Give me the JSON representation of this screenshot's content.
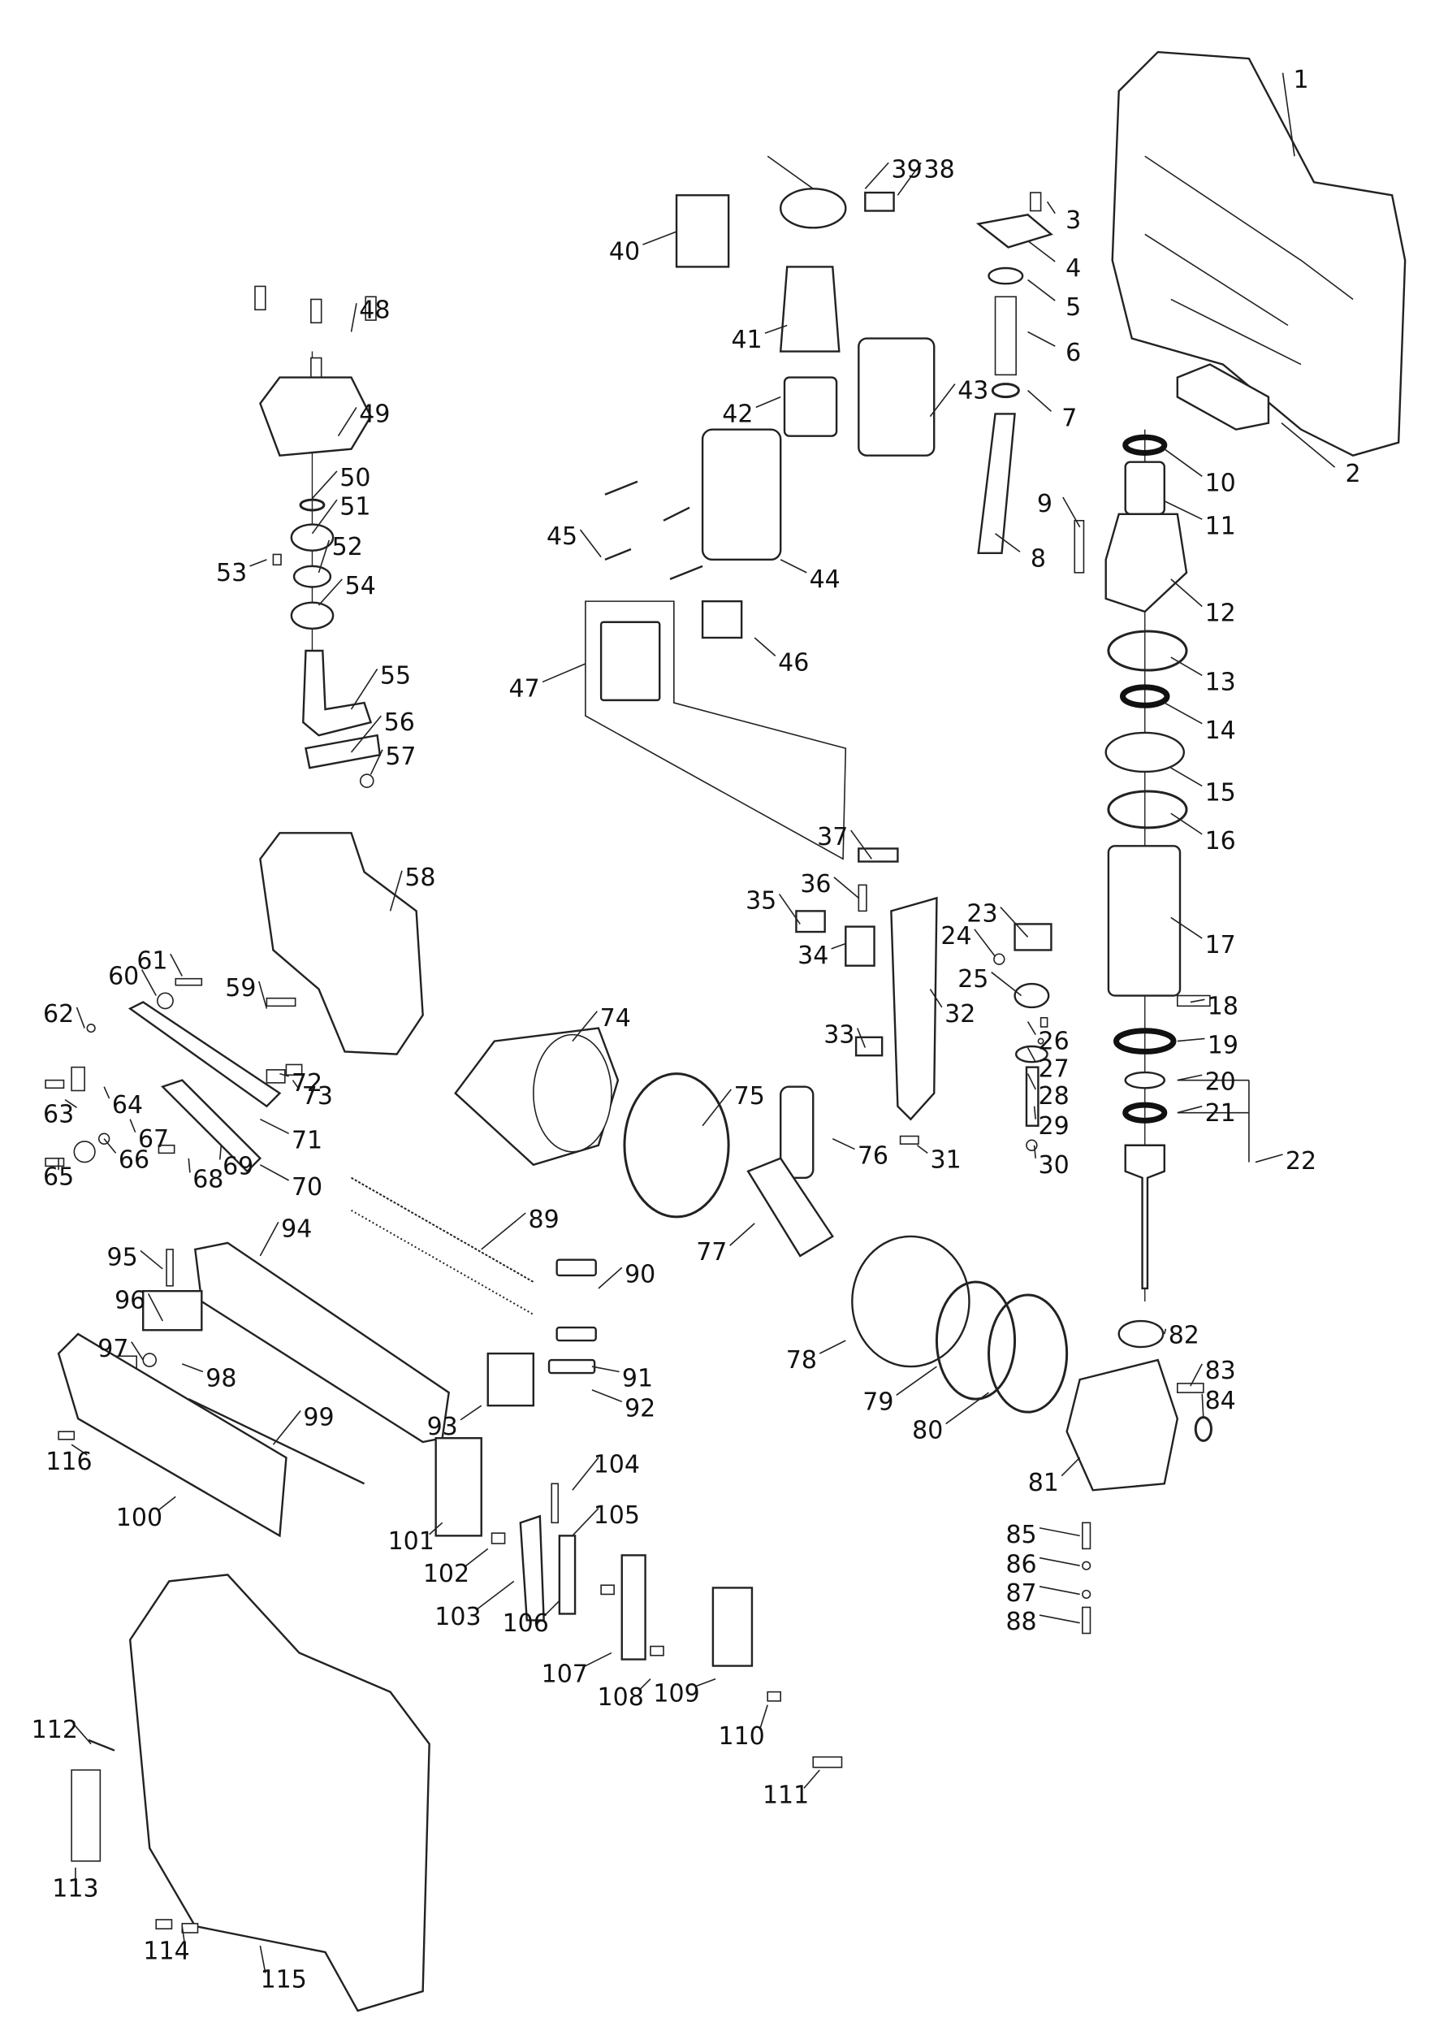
{
  "diagram": {
    "type": "exploded-parts-diagram",
    "callouts": [
      "1",
      "2",
      "3",
      "4",
      "5",
      "6",
      "7",
      "8",
      "9",
      "10",
      "11",
      "12",
      "13",
      "14",
      "15",
      "16",
      "17",
      "18",
      "19",
      "20",
      "21",
      "22",
      "23",
      "24",
      "25",
      "26",
      "27",
      "28",
      "29",
      "30",
      "31",
      "32",
      "33",
      "34",
      "35",
      "36",
      "37",
      "38",
      "39",
      "40",
      "41",
      "42",
      "43",
      "44",
      "45",
      "46",
      "47",
      "48",
      "49",
      "50",
      "51",
      "52",
      "53",
      "54",
      "55",
      "56",
      "57",
      "58",
      "59",
      "60",
      "61",
      "62",
      "63",
      "64",
      "65",
      "66",
      "67",
      "68",
      "69",
      "70",
      "71",
      "72",
      "73",
      "74",
      "75",
      "76",
      "77",
      "78",
      "79",
      "80",
      "81",
      "82",
      "83",
      "84",
      "85",
      "86",
      "87",
      "88",
      "89",
      "90",
      "91",
      "92",
      "93",
      "94",
      "95",
      "96",
      "97",
      "98",
      "99",
      "100",
      "101",
      "102",
      "103",
      "104",
      "105",
      "106",
      "107",
      "108",
      "109",
      "110",
      "111",
      "112",
      "113",
      "114",
      "115",
      "116"
    ],
    "groups": [
      {
        "label": "22",
        "members": [
          "20",
          "21"
        ]
      },
      {
        "label": "47",
        "members": [
          "kit-box"
        ]
      }
    ]
  }
}
